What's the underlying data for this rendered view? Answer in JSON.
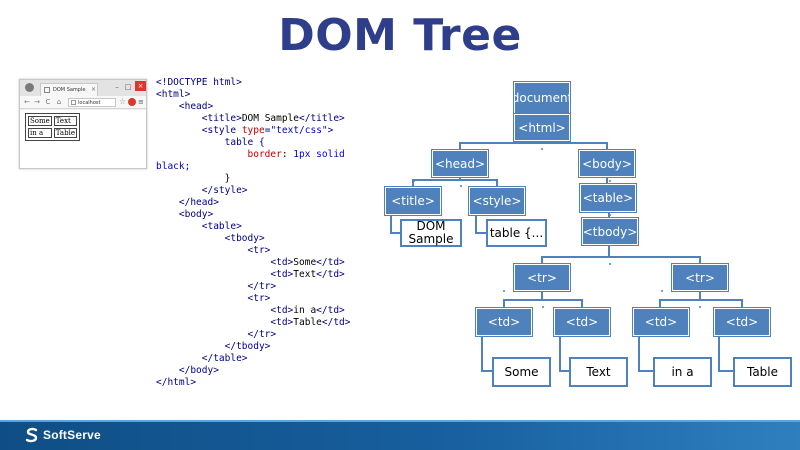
{
  "title": "DOM Tree",
  "browser": {
    "tab_title": "DOM Sample",
    "tab_close": "×",
    "minimize": "–",
    "maximize": "□",
    "close": "×",
    "back": "←",
    "forward": "→",
    "reload": "C",
    "home": "⌂",
    "url": "localhost",
    "star": "☆",
    "menu": "≡",
    "table": [
      [
        "Some",
        "Text"
      ],
      [
        "in a",
        "Table"
      ]
    ]
  },
  "code": {
    "doctype": "<!DOCTYPE html>",
    "html_open": "<html>",
    "head_open": "<head>",
    "title_open": "<title>",
    "title_text": "DOM Sample",
    "title_close": "</title>",
    "style_open_start": "<style",
    "style_attr": "type",
    "style_eq": "=",
    "style_val": "\"text/css\"",
    "style_open_end": ">",
    "css_selector": "table {",
    "css_prop": "border",
    "css_colon": ":",
    "css_value": " 1px solid",
    "css_black": "black;",
    "css_close": "}",
    "style_close": "</style>",
    "head_close": "</head>",
    "body_open": "<body>",
    "table_open": "<table>",
    "tbody_open": "<tbody>",
    "tr_open": "<tr>",
    "td_open": "<td>",
    "td_close": "</td>",
    "cell1": "Some",
    "cell2": "Text",
    "cell3": "in a",
    "cell4": "Table",
    "tr_close": "</tr>",
    "tbody_close": "</tbody>",
    "table_close": "</table>",
    "body_close": "</body>",
    "html_close": "</html>"
  },
  "tree": {
    "document": "document",
    "html": "<html>",
    "head": "<head>",
    "body": "<body>",
    "title": "<title>",
    "style": "<style>",
    "table": "<table>",
    "tbody": "<tbody>",
    "tr1": "<tr>",
    "tr2": "<tr>",
    "td1": "<td>",
    "td2": "<td>",
    "td3": "<td>",
    "td4": "<td>",
    "text_title": "DOM Sample",
    "text_style": "table {...",
    "text_td1": "Some",
    "text_td2": "Text",
    "text_td3": "in a",
    "text_td4": "Table"
  },
  "footer": {
    "logo_text": "SoftServe"
  },
  "colors": {
    "title": "#2e3e8a",
    "node": "#4f81bd",
    "footer": "#175f9e"
  }
}
